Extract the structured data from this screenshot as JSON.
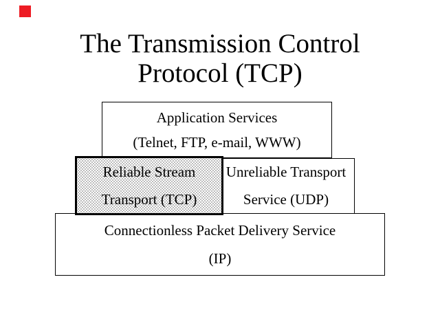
{
  "slide_title": {
    "line1": "The Transmission Control",
    "line2": "Protocol (TCP)"
  },
  "decoration": {
    "red_square_color": "#ed1c24"
  },
  "colors": {
    "background": "#ffffff",
    "text": "#000000",
    "box_border": "#000000",
    "tcp_box_border": "#000000",
    "stipple_dot": "#a6a6a6"
  },
  "diagram": {
    "application_layer": {
      "line1": "Application Services",
      "line2": "(Telnet, FTP, e-mail, WWW)"
    },
    "tcp_layer": {
      "line1": "Reliable Stream",
      "line2": "Transport (TCP)"
    },
    "udp_layer": {
      "line1": "Unreliable Transport",
      "line2": "Service (UDP)"
    },
    "ip_layer": {
      "line1": "Connectionless Packet Delivery Service",
      "line2": "(IP)"
    }
  }
}
